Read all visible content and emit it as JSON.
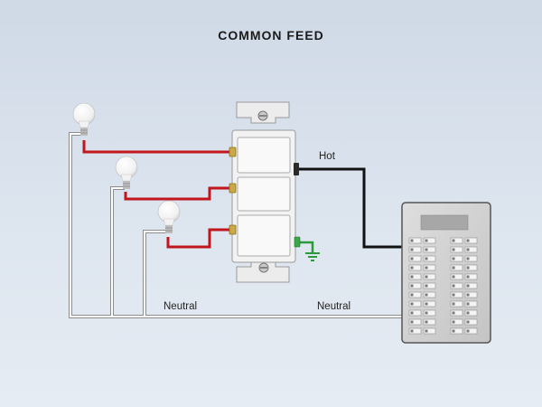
{
  "title": "COMMON FEED",
  "labels": {
    "hot": "Hot",
    "neutral_left": "Neutral",
    "neutral_right": "Neutral"
  },
  "colors": {
    "hot_wire": "#111111",
    "switched_wire": "#c0161d",
    "neutral_wire": "#ffffff",
    "ground_wire": "#2a9a3a",
    "panel": "#d2d2d2",
    "switch_plate": "#f2f2f2"
  },
  "icons": {
    "bulb": "light-bulb-icon",
    "ground": "ground-symbol-icon",
    "panel": "breaker-panel-icon",
    "switch": "triple-switch-icon"
  }
}
